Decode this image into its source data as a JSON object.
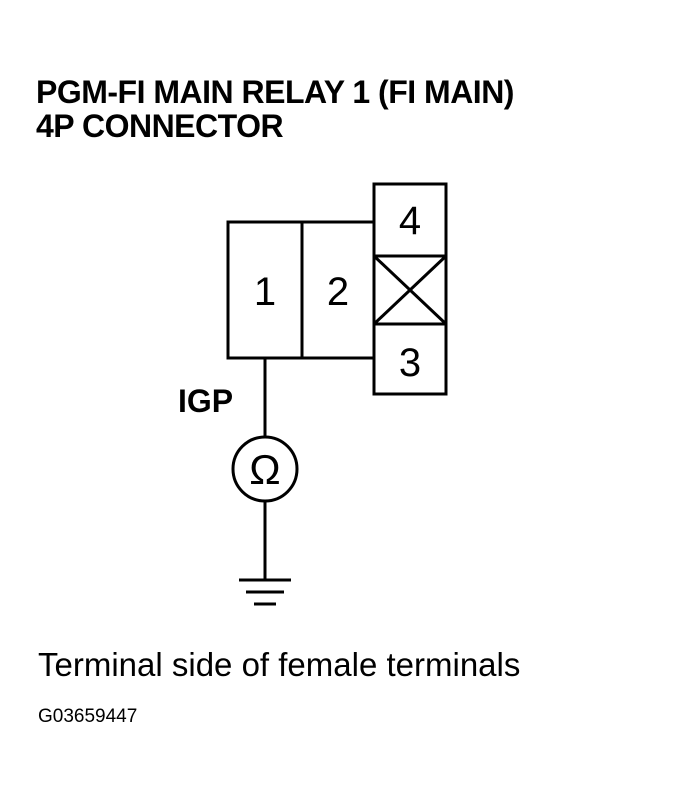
{
  "title": {
    "line1": "PGM-FI MAIN RELAY 1 (FI MAIN)",
    "line2": "4P CONNECTOR"
  },
  "connector": {
    "terminals": [
      "1",
      "2",
      "3",
      "4"
    ],
    "unused_cavity_marker": "cross"
  },
  "wire_label": "IGP",
  "meter_symbol": "Ω",
  "ground_symbol": "ground-icon",
  "caption": "Terminal side of female terminals",
  "figure_code": "G03659447"
}
